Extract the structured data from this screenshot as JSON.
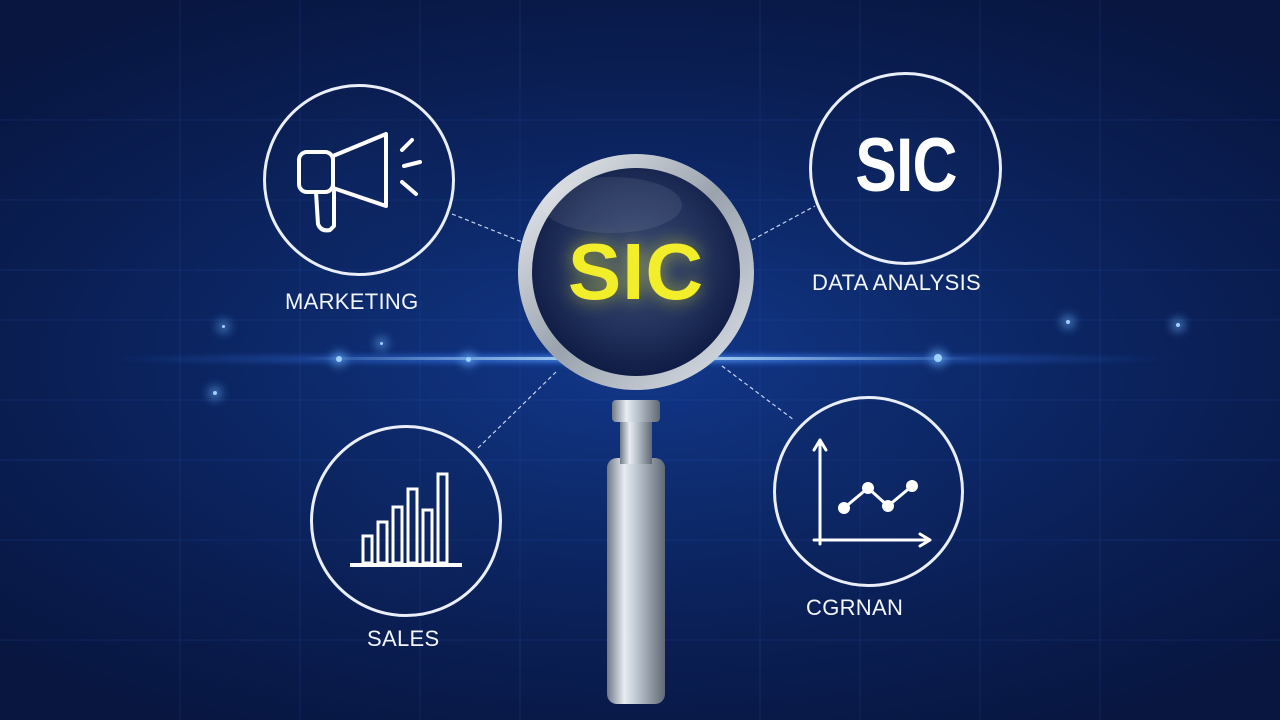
{
  "center": {
    "lens_text": "SIC"
  },
  "nodes": {
    "marketing": {
      "label": "MARKETING",
      "icon": "megaphone-icon"
    },
    "data_analysis": {
      "label": "DATA ANALYSIS",
      "badge_text": "SIC"
    },
    "sales": {
      "label": "SALES",
      "icon": "bar-chart-icon"
    },
    "cgrnan": {
      "label": "CGRNAN",
      "icon": "line-graph-icon"
    }
  },
  "colors": {
    "background": "#0a1f55",
    "glow": "#7ab8ff",
    "lens_text": "#f2ef2a",
    "ring": "#e9eef8"
  }
}
